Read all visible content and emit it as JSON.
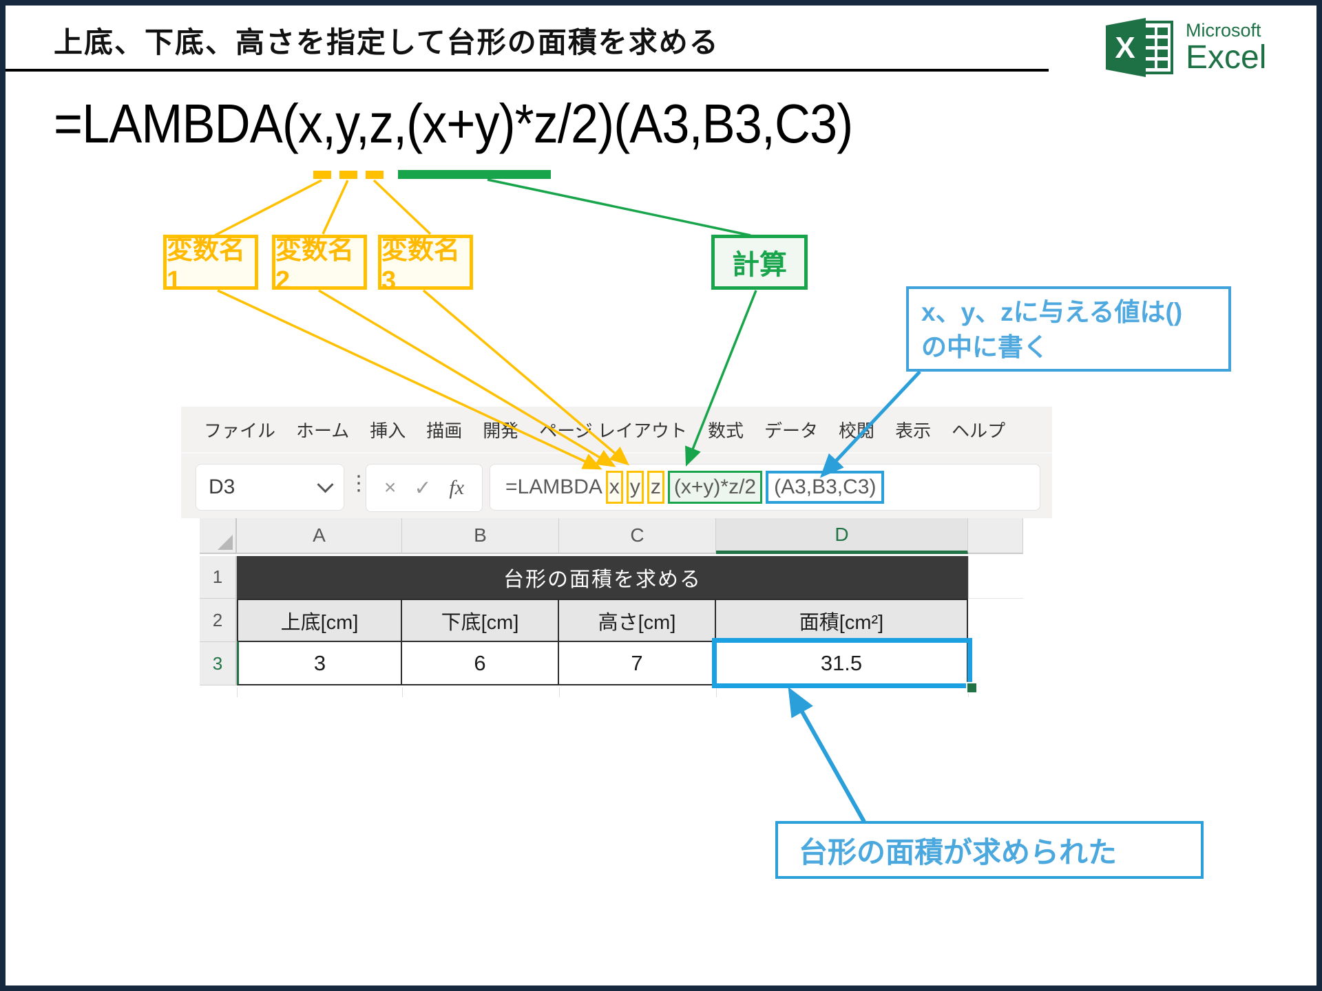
{
  "header": {
    "title": "上底、下底、高さを指定して台形の面積を求める",
    "logo": {
      "microsoft": "Microsoft",
      "excel": "Excel"
    }
  },
  "formula": {
    "text": "=LAMBDA(x,y,z,(x+y)*z/2)(A3,B3,C3)"
  },
  "annotations": {
    "var1": "変数名1",
    "var2": "変数名2",
    "var3": "変数名3",
    "calc": "計算",
    "args_note_line1": "x、y、zに与える値は()",
    "args_note_line2": "の中に書く",
    "result_note": "台形の面積が求められた"
  },
  "excel": {
    "ribbon_tabs": [
      "ファイル",
      "ホーム",
      "挿入",
      "描画",
      "開発",
      "ページ レイアウト",
      "数式",
      "データ",
      "校閲",
      "表示",
      "ヘルプ"
    ],
    "name_box": "D3",
    "icons": {
      "cancel": "×",
      "enter": "✓",
      "fx": "fx",
      "dots": "⋮"
    },
    "formula_bar": {
      "prefix": "=LAMBDA",
      "var1": "x",
      "var2": "y",
      "var3": "z",
      "calc": "(x+y)*z/2",
      "args": "(A3,B3,C3)"
    },
    "columns": {
      "a": "A",
      "b": "B",
      "c": "C",
      "d": "D"
    },
    "row_numbers": {
      "r1": "1",
      "r2": "2",
      "r3": "3"
    },
    "title_row": "台形の面積を求める",
    "header_row": {
      "a": "上底[cm]",
      "b": "下底[cm]",
      "c": "高さ[cm]",
      "d": "面積[cm²]"
    },
    "value_row": {
      "a": "3",
      "b": "6",
      "c": "7",
      "d": "31.5"
    }
  },
  "colors": {
    "frame_navy": "#17293E",
    "accent_yellow": "#FFC000",
    "accent_green": "#17A44A",
    "accent_blue": "#2B9FD9",
    "excel_green": "#1E7145",
    "selected_cell_outline": "#1BA0E1"
  }
}
